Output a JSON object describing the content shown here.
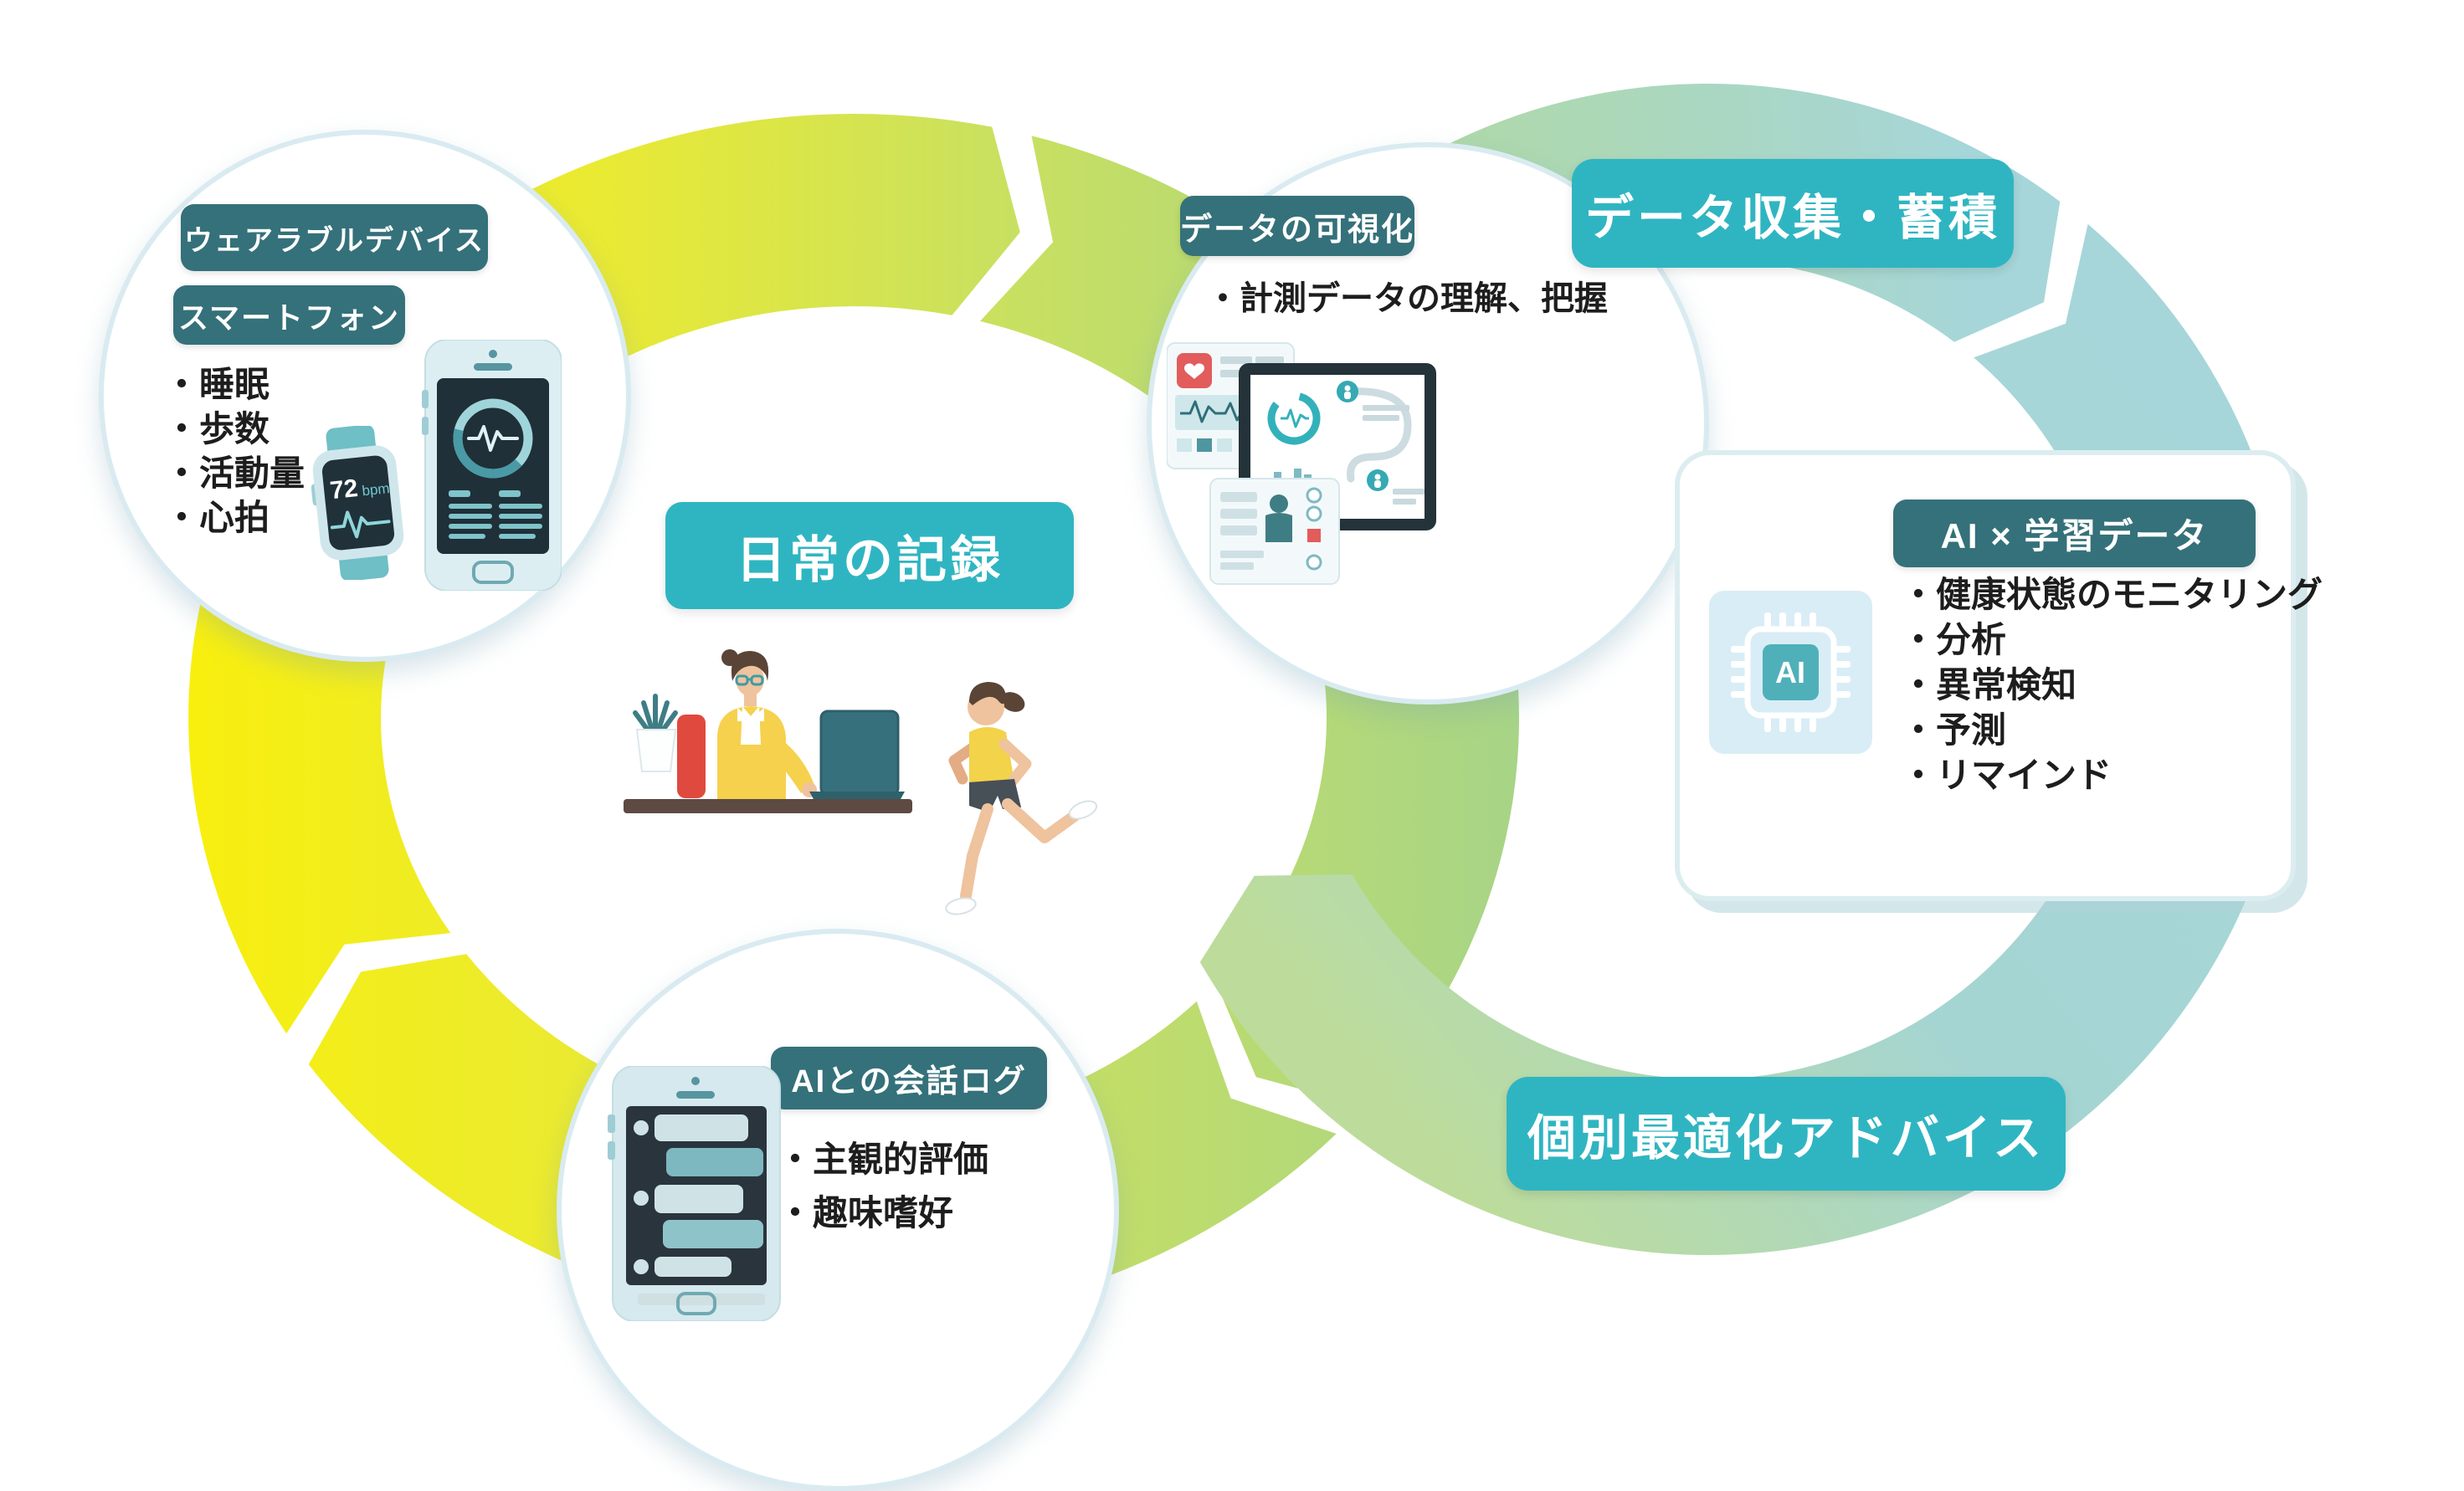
{
  "center": {
    "badge": "日常の記録"
  },
  "wearable": {
    "badge_device": "ウェアラブルデバイス",
    "badge_phone": "スマートフォン",
    "items": [
      "・睡眠",
      "・歩数",
      "・活動量",
      "・心拍"
    ],
    "watch": {
      "value": "72",
      "unit": "bpm"
    }
  },
  "visualization": {
    "badge": "データの可視化",
    "items": [
      "・計測データの理解、把握"
    ]
  },
  "collection_banner": "データ収集・蓄積",
  "ai": {
    "badge": "AI × 学習データ",
    "chip": "AI",
    "items": [
      "・健康状態のモニタリング",
      "・分析",
      "・異常検知",
      "・予測",
      "・リマインド"
    ]
  },
  "advice_banner": "個別最適化アドバイス",
  "chat": {
    "badge": "AIとの会話ログ",
    "items": [
      "・主観的評価",
      "・趣味嗜好"
    ]
  },
  "icons": {
    "wearable": "smartwatch-and-phone-illustration",
    "daily": "woman-at-desk-and-runner-illustration",
    "visualization": "health-dashboard-illustration",
    "ai": "ai-chip-icon",
    "chat": "chat-phone-illustration"
  },
  "colors": {
    "badge_dark_teal": "#35717a",
    "banner_teal": "#2fb5c1",
    "ring_yellow": "#f8ef0e",
    "ring_yellow_green": "#d9e34d",
    "ring_green": "#a7d487",
    "ring_pale_teal": "#a6d6d9"
  }
}
